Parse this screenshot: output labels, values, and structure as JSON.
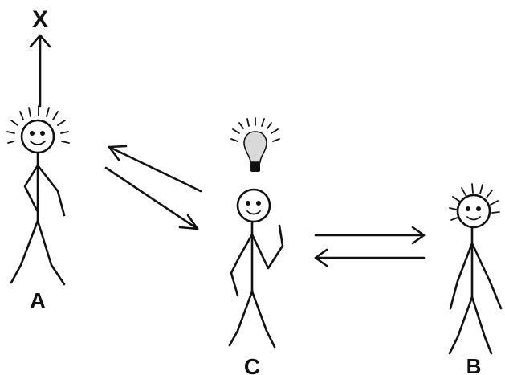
{
  "labels": {
    "goal": "X",
    "person_a": "A",
    "person_b": "B",
    "person_c": "C"
  },
  "colors": {
    "ink": "#111111",
    "background": "#ffffff",
    "bulb_fill": "#d9d9d9"
  },
  "icons": {
    "idea": "lightbulb-icon"
  }
}
